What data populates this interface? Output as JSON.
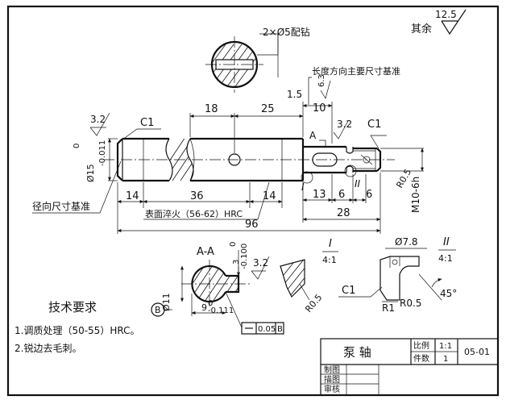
{
  "drawing": {
    "part_name": "泵 轴",
    "drawing_no": "05-01",
    "scale_label": "比例",
    "scale_value": "1:1",
    "qty_label": "件数",
    "qty_value": "1",
    "drawn_label": "制图",
    "traced_label": "描图",
    "checked_label": "审核"
  },
  "notes": {
    "heading": "技术要求",
    "items": [
      "1.调质处理（50-55）HRC。",
      "2.锐边去毛刺。"
    ]
  },
  "annotations": {
    "hole_note": "2×Ø5配钻",
    "datum_note": "长度方向主要尺寸基准",
    "radial_datum": "径向尺寸基准",
    "hardening": "表面淬火（56-62）HRC",
    "rest_roughness_label": "其余",
    "rest_roughness_value": "12.5"
  },
  "dims": {
    "d18": "18",
    "d25": "25",
    "d10": "10",
    "d1_5": "1.5",
    "d6_3": "6.3",
    "d14a": "14",
    "d36": "36",
    "d14b": "14",
    "d96": "96",
    "d28": "28",
    "d13": "13",
    "d6a": "6",
    "d6b": "6",
    "c1a": "C1",
    "c1b": "C1",
    "c1c": "C1",
    "ra32a": "3.2",
    "ra32b": "3.2",
    "ra32c": "3.2",
    "dia15": "Ø15",
    "dia15_tol": "-0.011",
    "dia15_tol0": "0",
    "m10": "M10-6h",
    "dia11": "Ø11",
    "d9": "9",
    "d9_tol": "-0.111",
    "d9_tol0": "0",
    "d3": "3",
    "d3_tol": "-0.100",
    "d3_tol0": "0",
    "dia7_8": "Ø7.8",
    "r1": "R1",
    "r0_5a": "R0.5",
    "r0_5b": "R0.5",
    "deg45": "45°",
    "runout": "0.05",
    "datum_b": "B",
    "sec_label": "A-A",
    "a_mark": "A",
    "det1": "I",
    "det1_scale": "4:1",
    "det2": "II",
    "det2_scale": "4:1"
  }
}
